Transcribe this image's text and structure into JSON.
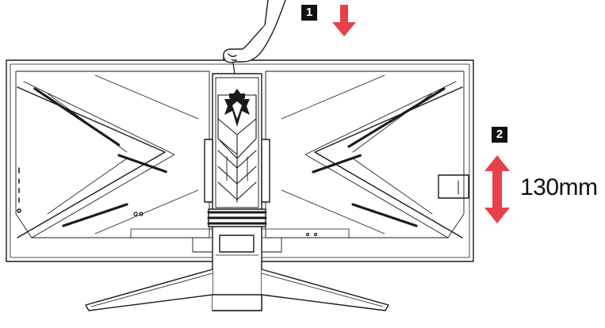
{
  "steps": {
    "step1": "1",
    "step2": "2"
  },
  "measurement": "130mm",
  "colors": {
    "arrow": "#e8404a",
    "line": "#1a1a1a",
    "badge": "#111111"
  },
  "icons": {
    "monitor": "monitor-rear-outline",
    "hand": "hand-pressing-icon",
    "down_arrow": "down-arrow-icon",
    "updown_arrow": "up-down-arrow-icon",
    "logo": "brand-logo-icon"
  }
}
